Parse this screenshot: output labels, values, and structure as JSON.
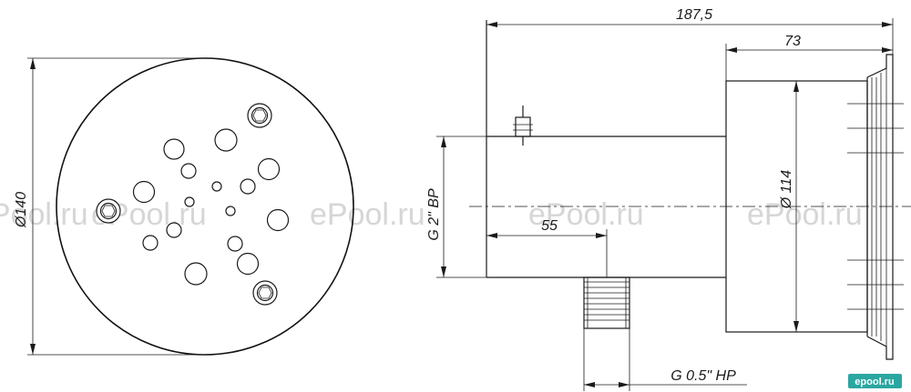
{
  "dimensions": {
    "total_length": "187,5",
    "flange_depth": "73",
    "body_diameter": "Ø 114",
    "outer_diameter": "Ø140",
    "inlet_thread": "G 2\" ВР",
    "outlet_offset": "55",
    "outlet_thread": "G 0.5\" НР"
  },
  "watermark": "ePool.ru",
  "logo": "epool.ru",
  "colors": {
    "line": "#1a1a1a",
    "watermark": "#d6d6d6",
    "logo_bg": "#2aa7a0"
  }
}
